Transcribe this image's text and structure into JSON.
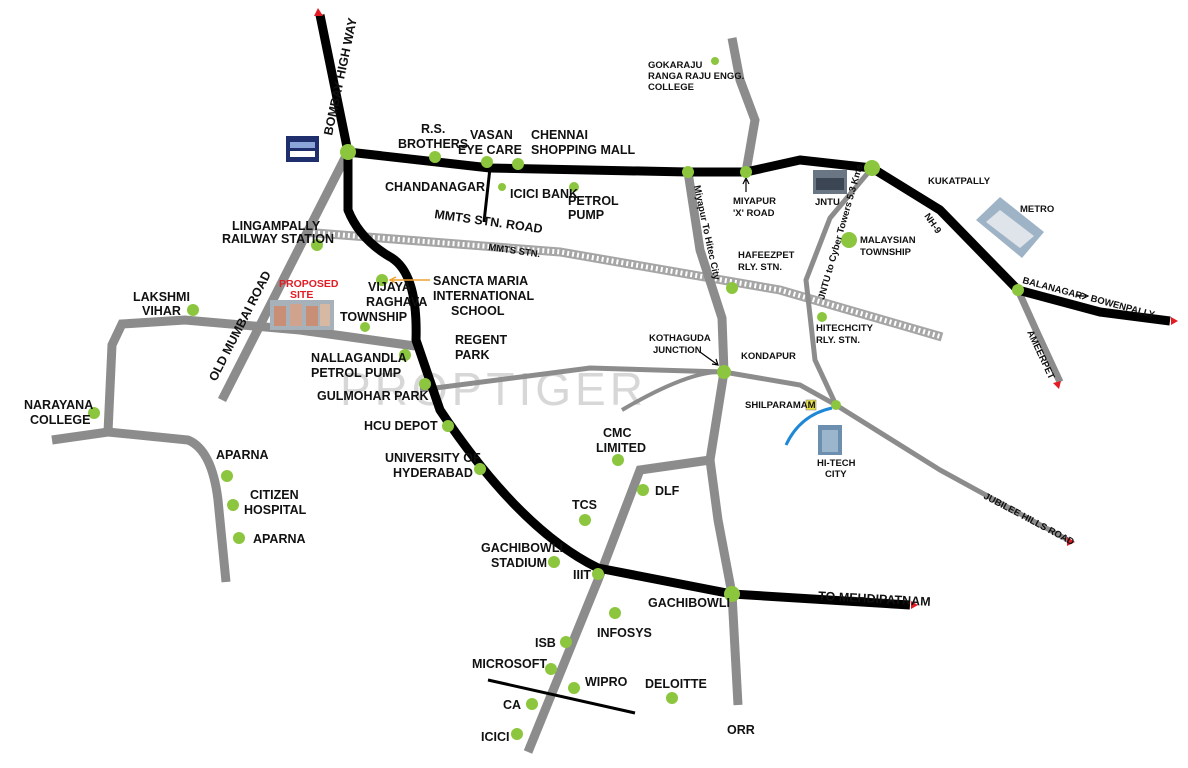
{
  "watermark": "PROPTIGER",
  "colors": {
    "major_road": "#000000",
    "minor_road": "#8c8c8c",
    "landmark_dot": "#8cc63f",
    "railway": "#a6a6a6",
    "proposed_site": "#e31b23",
    "shilparamam_marker": "#e9e34a",
    "hitech_arc": "#1e88d6"
  },
  "roads": {
    "bombay_highway": "BOMBAY HIGH WAY",
    "old_mumbai_road": "OLD MUMBAI ROAD",
    "mmts_road": "MMTS STN. ROAD",
    "mmts_stn": "MMTS STN.",
    "miyapur_hitec": "Miyapur To Hitec City",
    "jntu_cyber": "JNTU to Cyber Towers 5.3 Kms",
    "nh9": "NH-9",
    "balanagar": "BALANAGAR",
    "bowenpally": "BOWENPALLY",
    "ameerpet": "AMEERPET",
    "jubilee_hills": "JUBILEE HILLS ROAD",
    "to_mehdipatnam": "TO MEHDIPATNAM",
    "orr": "ORR"
  },
  "labels": {
    "rs_brothers": [
      "R.S.",
      "BROTHERS"
    ],
    "vasan": [
      "VASAN",
      "EYE CARE"
    ],
    "chennai_mall": [
      "CHENNAI",
      "SHOPPING MALL"
    ],
    "gokaraju": [
      "GOKARAJU",
      "RANGA RAJU ENGG.",
      "COLLEGE"
    ],
    "chandanagar": "CHANDANAGAR",
    "icici_bank": "ICICI BANK",
    "petrol_pump": [
      "PETROL",
      "PUMP"
    ],
    "miyapur_x": [
      "MIYAPUR",
      "'X' ROAD"
    ],
    "jntu": "JNTU",
    "kukatpally": "KUKATPALLY",
    "metro": "METRO",
    "lingampally": [
      "LINGAMPALLY",
      "RAILWAY STATION"
    ],
    "proposed_site": [
      "PROPOSED",
      "SITE"
    ],
    "vijaya": [
      "VIJAYA",
      "RAGHAVA",
      "TOWNSHIP"
    ],
    "sancta_maria": [
      "SANCTA MARIA",
      "INTERNATIONAL",
      "SCHOOL"
    ],
    "hafeezpet": [
      "HAFEEZPET",
      "RLY. STN."
    ],
    "malaysian": [
      "MALAYSIAN",
      "TOWNSHIP"
    ],
    "hitechcity_rly": [
      "HITECHCITY",
      "RLY. STN."
    ],
    "lakshmi_vihar": [
      "LAKSHMI",
      "VIHAR"
    ],
    "regent_park": [
      "REGENT",
      "PARK"
    ],
    "nallagandla": [
      "NALLAGANDLA",
      "PETROL PUMP"
    ],
    "gulmohar": "GULMOHAR PARK",
    "kothaguda": [
      "KOTHAGUDA",
      "JUNCTION"
    ],
    "kondapur": "KONDAPUR",
    "shilparamam": "SHILPARAMAM",
    "hitech_city": [
      "HI-TECH",
      "CITY"
    ],
    "narayana": [
      "NARAYANA",
      "COLLEGE"
    ],
    "hcu_depot": "HCU DEPOT",
    "uoh": [
      "UNIVERSITY OF",
      "HYDERABAD"
    ],
    "cmc": [
      "CMC",
      "LIMITED"
    ],
    "aparna_1": "APARNA",
    "citizen": [
      "CITIZEN",
      "HOSPITAL"
    ],
    "aparna_2": "APARNA",
    "dlf": "DLF",
    "tcs": "TCS",
    "gachibowli_stadium": [
      "GACHIBOWLI",
      "STADIUM"
    ],
    "iiit": "IIIT",
    "gachibowli": "GACHIBOWLI",
    "infosys": "INFOSYS",
    "isb": "ISB",
    "microsoft": "MICROSOFT",
    "wipro": "WIPRO",
    "deloitte": "DELOITTE",
    "ca": "CA",
    "icici": "ICICI"
  }
}
